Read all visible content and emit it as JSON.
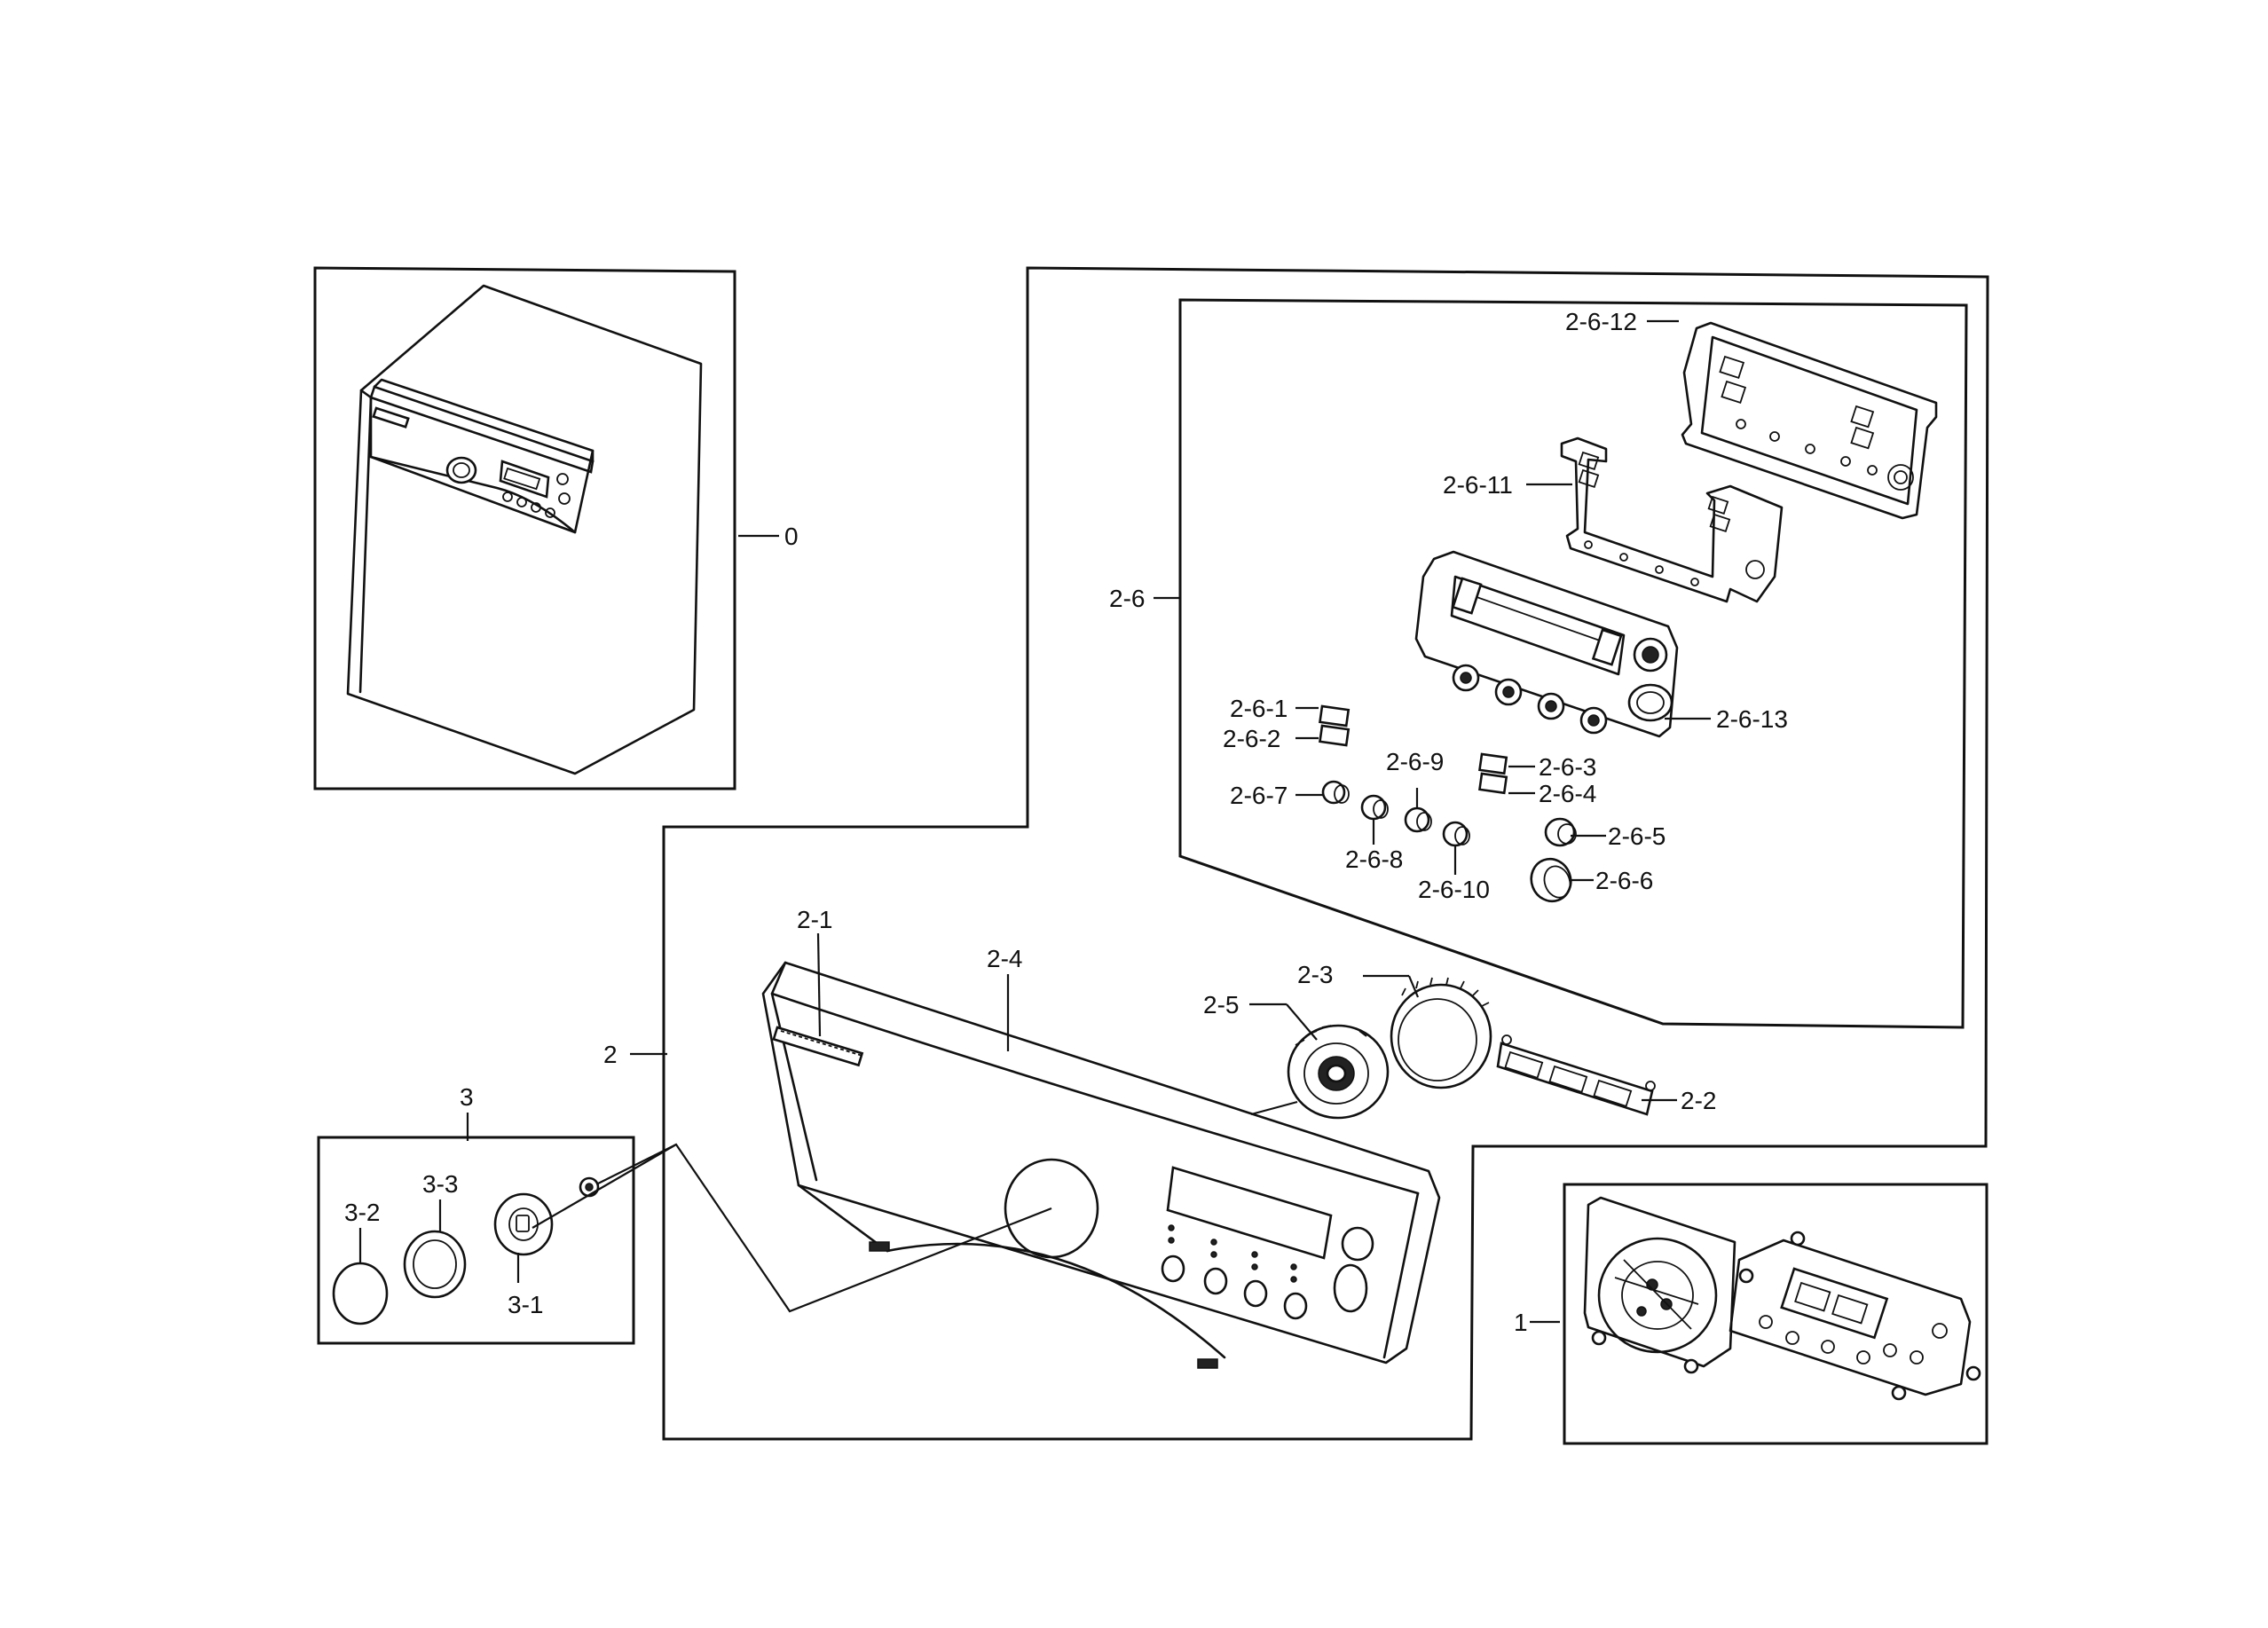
{
  "labels": {
    "l0": "0",
    "l1": "1",
    "l2": "2",
    "l2_1": "2-1",
    "l2_2": "2-2",
    "l2_3": "2-3",
    "l2_4": "2-4",
    "l2_5": "2-5",
    "l2_6": "2-6",
    "l2_6_1": "2-6-1",
    "l2_6_2": "2-6-2",
    "l2_6_3": "2-6-3",
    "l2_6_4": "2-6-4",
    "l2_6_5": "2-6-5",
    "l2_6_6": "2-6-6",
    "l2_6_7": "2-6-7",
    "l2_6_8": "2-6-8",
    "l2_6_9": "2-6-9",
    "l2_6_10": "2-6-10",
    "l2_6_11": "2-6-11",
    "l2_6_12": "2-6-12",
    "l2_6_13": "2-6-13",
    "l3": "3",
    "l3_1": "3-1",
    "l3_2": "3-2",
    "l3_3": "3-3"
  }
}
